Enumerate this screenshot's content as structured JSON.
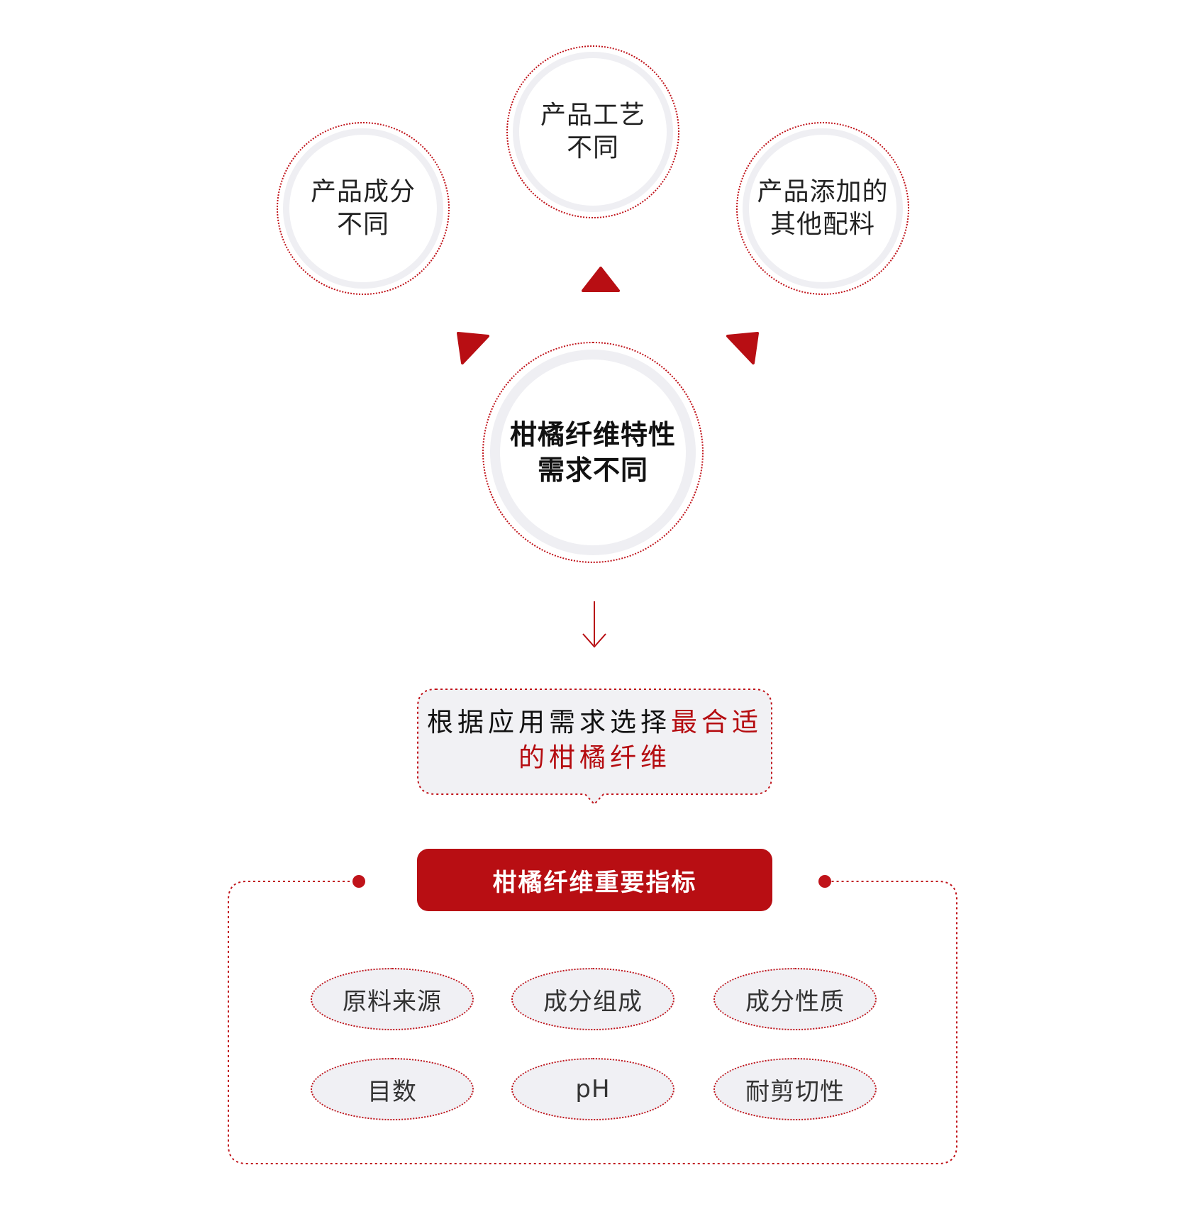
{
  "circles": {
    "ingredients": "产品成分\n不同",
    "process": "产品工艺\n不同",
    "additives": "产品添加的\n其他配料",
    "center": "柑橘纤维特性\n需求不同"
  },
  "callout": {
    "line1_normal": "根据应用需求选择",
    "line1_highlight": "最合适",
    "line2_highlight": "的柑橘纤维"
  },
  "indicators": {
    "title": "柑橘纤维重要指标",
    "items": [
      "原料来源",
      "成分组成",
      "成分性质",
      "目数",
      "pH",
      "耐剪切性"
    ]
  },
  "colors": {
    "accent": "#b80e13",
    "circle_ring": "#efeff3",
    "ellipse_fill": "#f0f0f4"
  }
}
